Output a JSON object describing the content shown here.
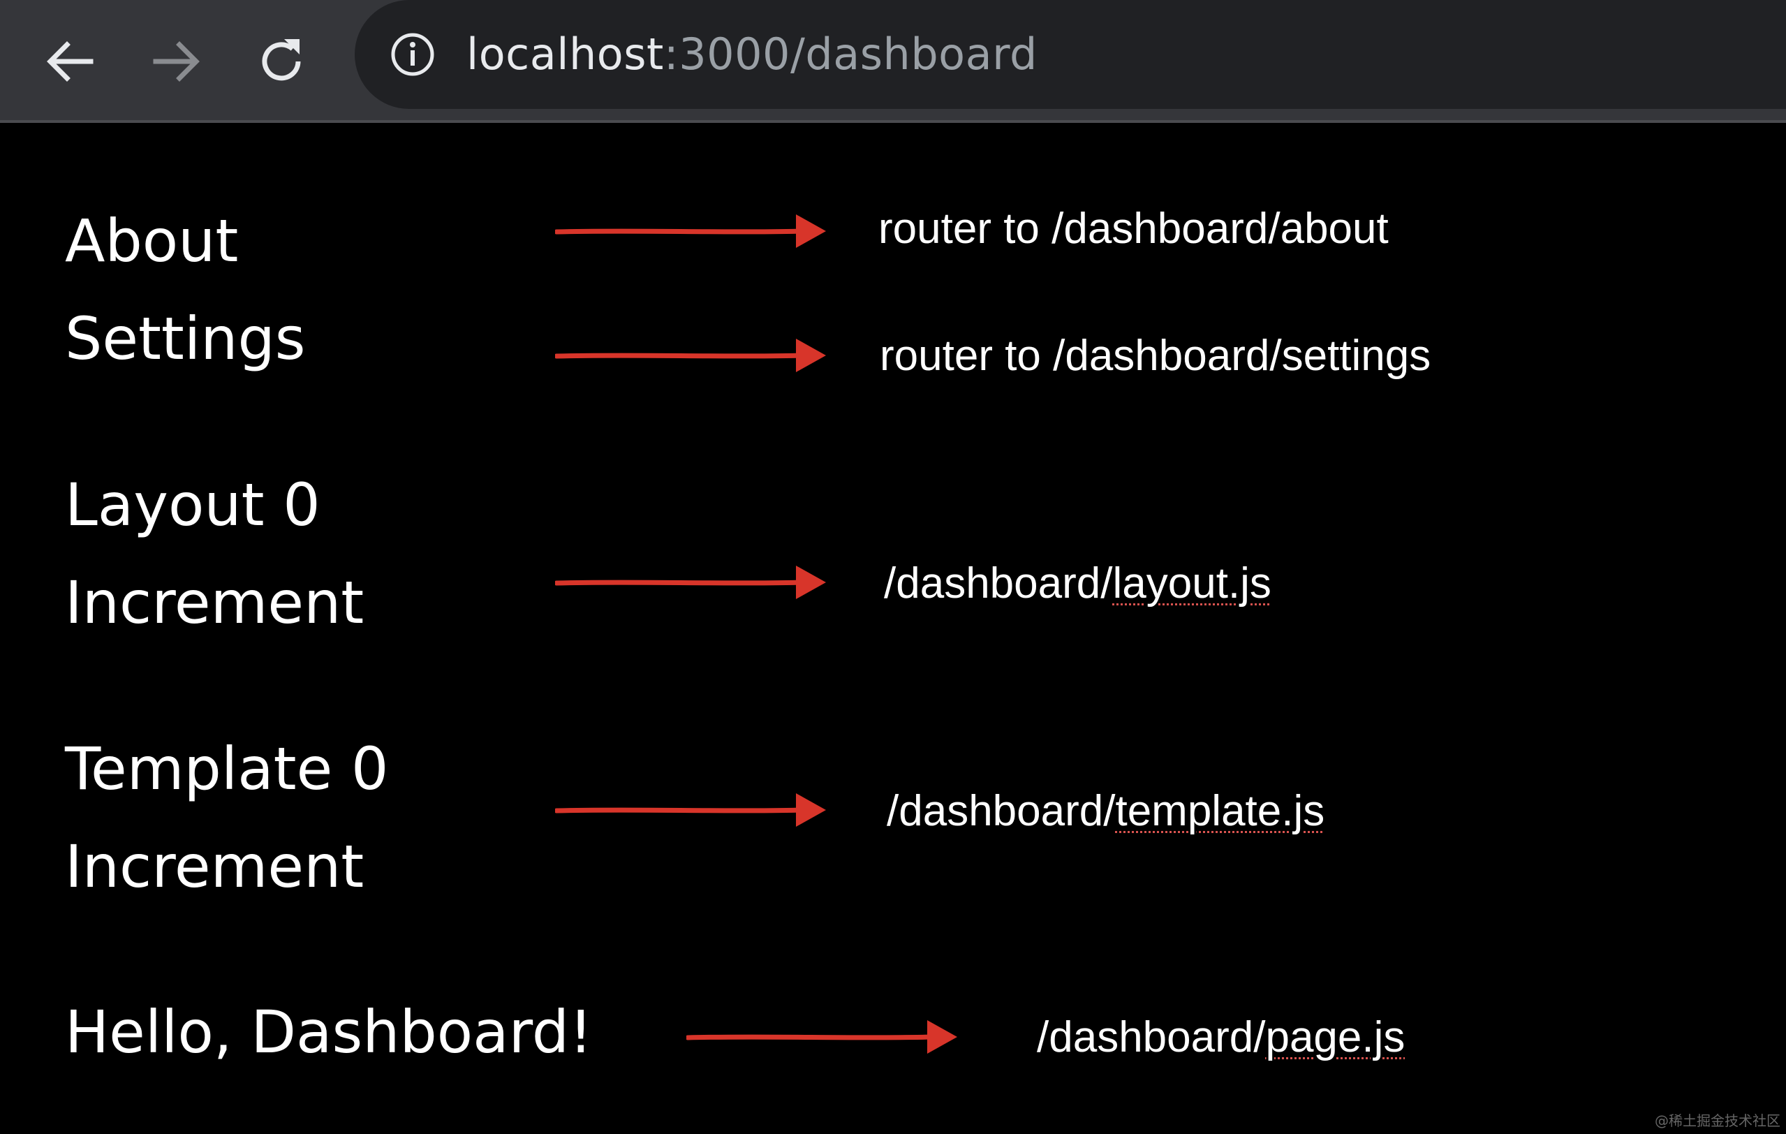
{
  "browser": {
    "url_host": "localhost",
    "url_path": ":3000/dashboard",
    "icons": {
      "back": "arrow-left-icon",
      "forward": "arrow-right-icon",
      "reload": "reload-icon",
      "info": "info-icon"
    }
  },
  "content": {
    "nav_about": "About",
    "nav_settings": "Settings",
    "layout_label": "Layout 0",
    "layout_button": "Increment",
    "template_label": "Template 0",
    "template_button": "Increment",
    "page_heading": "Hello, Dashboard!"
  },
  "annotations": {
    "about": "router to /dashboard/about",
    "settings": "router to /dashboard/settings",
    "layout_prefix": "/dashboard/",
    "layout_file": "layout.js",
    "template_prefix": "/dashboard/",
    "template_file": "template.js",
    "page_prefix": "/dashboard/",
    "page_file": "page.js"
  },
  "colors": {
    "arrow": "#d8352a",
    "toolbar": "#35363a",
    "omnibox": "#202124"
  },
  "watermark": "@稀土掘金技术社区"
}
